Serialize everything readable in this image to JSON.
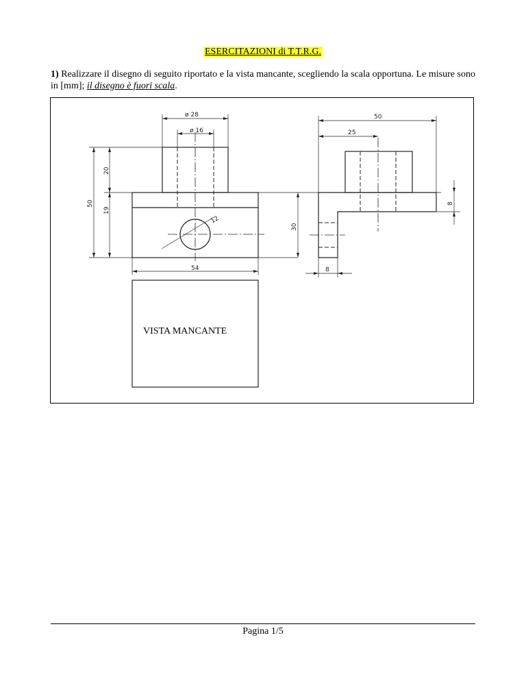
{
  "header": {
    "title": "ESERCITAZIONI di T.T.R.G."
  },
  "exercise": {
    "number": "1)",
    "text": " Realizzare il disegno di seguito riportato e la vista mancante, scegliendo la scala opportuna. Le misure sono in [mm]; ",
    "emphasis": "il disegno è fuori scala",
    "end": "."
  },
  "drawing": {
    "dims": {
      "d28": "ø 28",
      "d16": "ø 16",
      "h20": "20",
      "h50": "50",
      "h19": "19",
      "w54": "54",
      "h30": "30",
      "r12": "12",
      "w50": "50",
      "w25": "25",
      "h8": "8",
      "w8": "8"
    },
    "missing_view_label": "VISTA MANCANTE"
  },
  "footer": {
    "page": "Pagina 1/5"
  }
}
